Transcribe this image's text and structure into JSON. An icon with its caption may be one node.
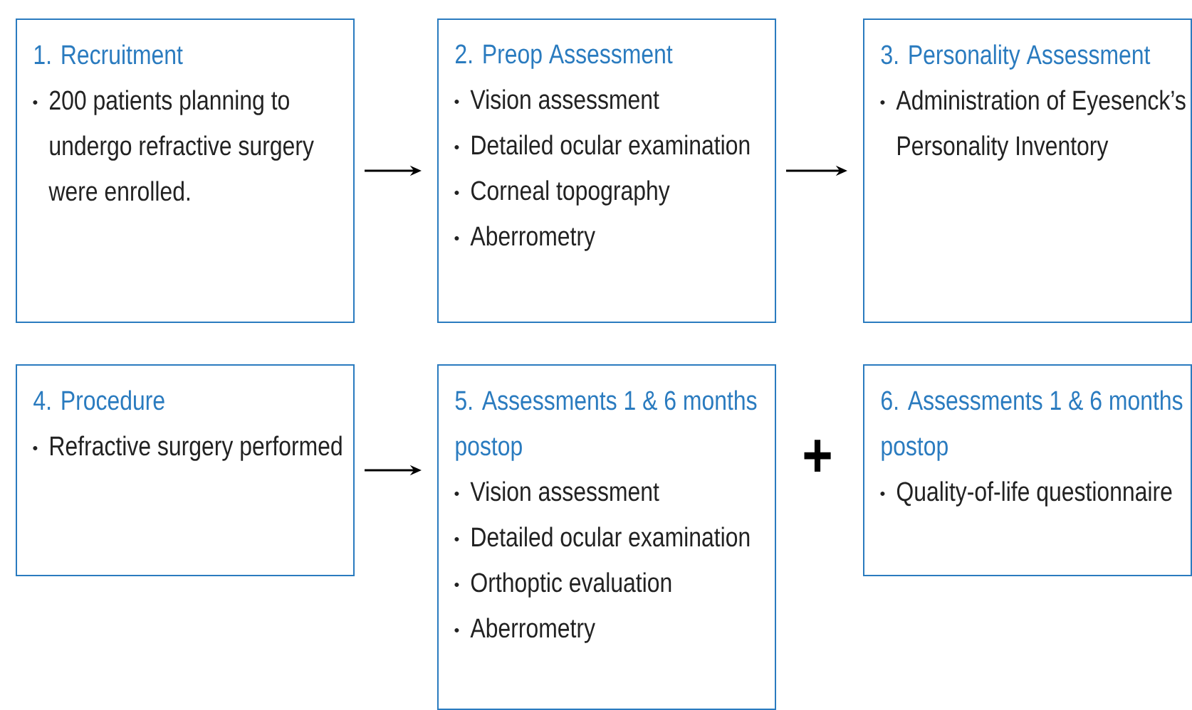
{
  "diagram": {
    "nodes": [
      {
        "text": [
          "1. Recruitment",
          "200 patients planning to undergo refractive surgery were enrolled."
        ]
      },
      {
        "text": [
          "2. Preop Assessment",
          "Vision assessment",
          "Detailed ocular examination",
          "Corneal topography",
          "Aberrometry"
        ]
      },
      {
        "text": [
          "3. Personality Assessment",
          "Administration of Eyesenck’s Personality Inventory"
        ]
      },
      {
        "text": [
          "4. Procedure",
          "Refractive surgery performed"
        ]
      },
      {
        "text": [
          "5. Assessments 1 & 6 months postop",
          "Vision assessment",
          "Detailed ocular examination",
          "Orthoptic evaluation",
          "Aberrometry"
        ]
      },
      {
        "text": [
          "6. Assessments 1 & 6 months postop",
          "Quality-of-life questionnaire"
        ]
      }
    ],
    "edges": [
      {
        "from": 0,
        "to": 1,
        "arrow": "to"
      },
      {
        "from": 1,
        "to": 2,
        "arrow": "to"
      },
      {
        "from": 3,
        "to": 4,
        "arrow": "to"
      }
    ],
    "labels": [
      "+"
    ]
  }
}
